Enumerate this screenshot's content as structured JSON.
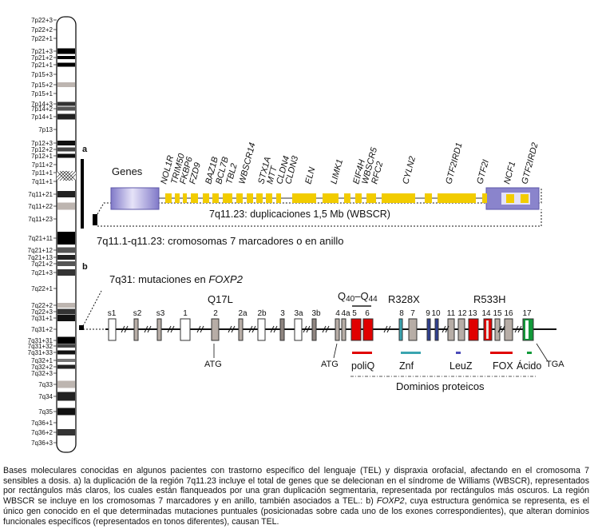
{
  "chromosome": {
    "bands": [
      "7p22+3",
      "7p22+2",
      "7p22+1",
      "7p21+3",
      "7p21+2",
      "7p21+1",
      "7p15+3",
      "7p15+2",
      "7p15+1",
      "7p14+3",
      "7p14+2",
      "7p14+1",
      "7p13",
      "7p12+3",
      "7p12+2",
      "7p12+1",
      "7p11+2",
      "7p11+1",
      "7q11+1",
      "7q11+21",
      "7q11+22",
      "7q11+23",
      "7q21+11",
      "7q21+12",
      "7q21+13",
      "7q21+2",
      "7q21+3",
      "7q22+1",
      "7q22+2",
      "7q22+3",
      "7q31+1",
      "7q31+2",
      "7q31+31",
      "7q31+32",
      "7q31+33",
      "7q32+1",
      "7q32+2",
      "7q32+3",
      "7q33",
      "7q34",
      "7q35",
      "7q36+1",
      "7q36+2",
      "7q36+3"
    ]
  },
  "panel_a": {
    "letter": "a",
    "genes_label": "Genes",
    "genes": [
      "NOL1R",
      "TRIM50",
      "FKBP6",
      "FZD9",
      "BAZ1B",
      "BCL7B",
      "TBL2",
      "WBSCR14",
      "STX1A",
      "MTT",
      "CLDN4",
      "CLDN3",
      "ELN",
      "LIMK1",
      "EIF4H",
      "WBSCR5",
      "RFC2",
      "CYLN2",
      "GTF2IRD1",
      "GTF2I",
      "NCF1",
      "GTF2IRD2"
    ],
    "duplication_label": "7q11.23: duplicaciones 1,5 Mb (WBSCR)",
    "marker_label": "7q11.1-q11.23: cromosomas 7 marcadores o en anillo",
    "colors": {
      "gene_block": "#f2cc00",
      "flank": "#8c86cf",
      "flank_center": "#e4e2f7"
    }
  },
  "panel_b": {
    "letter": "b",
    "title_prefix": "7q31: mutaciones en ",
    "title_gene": "FOXP2",
    "exons": [
      "s1",
      "s2",
      "s3",
      "1",
      "2",
      "2a",
      "2b",
      "3",
      "3a",
      "3b",
      "4",
      "4a",
      "5",
      "6",
      "7",
      "8",
      "9",
      "10",
      "11",
      "12",
      "13",
      "14",
      "15",
      "16",
      "17"
    ],
    "mutations": {
      "q17l": "Q17L",
      "q40": "Q",
      "q40_sub": "40",
      "q44": "–Q",
      "q44_sub": "44",
      "r328x": "R328X",
      "r533h": "R533H"
    },
    "atg_label": "ATG",
    "tga_label": "TGA",
    "domains": {
      "poliq": "poliQ",
      "znf": "Znf",
      "leuz": "LeuZ",
      "fox": "FOX",
      "acido": "Ácido"
    },
    "domains_title": "Dominios proteicos",
    "colors": {
      "poliq": "#e00000",
      "znf": "#3aa5b0",
      "leuz": "#4a4ab8",
      "fox": "#e00000",
      "acido": "#129a3a",
      "exon": "#b7ada6"
    }
  },
  "caption": {
    "p1": "Bases moleculares conocidas en algunos pacientes con trastorno específico del lenguaje (TEL) y dispraxia orofacial, afectando en el cromosoma 7 sensibles a dosis. a) la duplicación de la región 7q11.23 incluye el total de genes que se delecionan en el síndrome de Williams (WBSCR), representados por rectángulos más claros, los cuales están flanqueados por una gran duplicación segmentaria, representada por rectángulos más oscuros. La región WBSCR se incluye en los cromosomas 7 marcadores y en anillo, también asociados a TEL.: b) ",
    "gene": "FOXP2",
    "p2": ", cuya estructura genómica se representa, es el único gen conocido en el que determinadas mutaciones puntuales (posicionadas sobre cada uno de los exones correspondientes), que alteran dominios funcionales específicos (representados en tonos diferentes), causan TEL."
  }
}
